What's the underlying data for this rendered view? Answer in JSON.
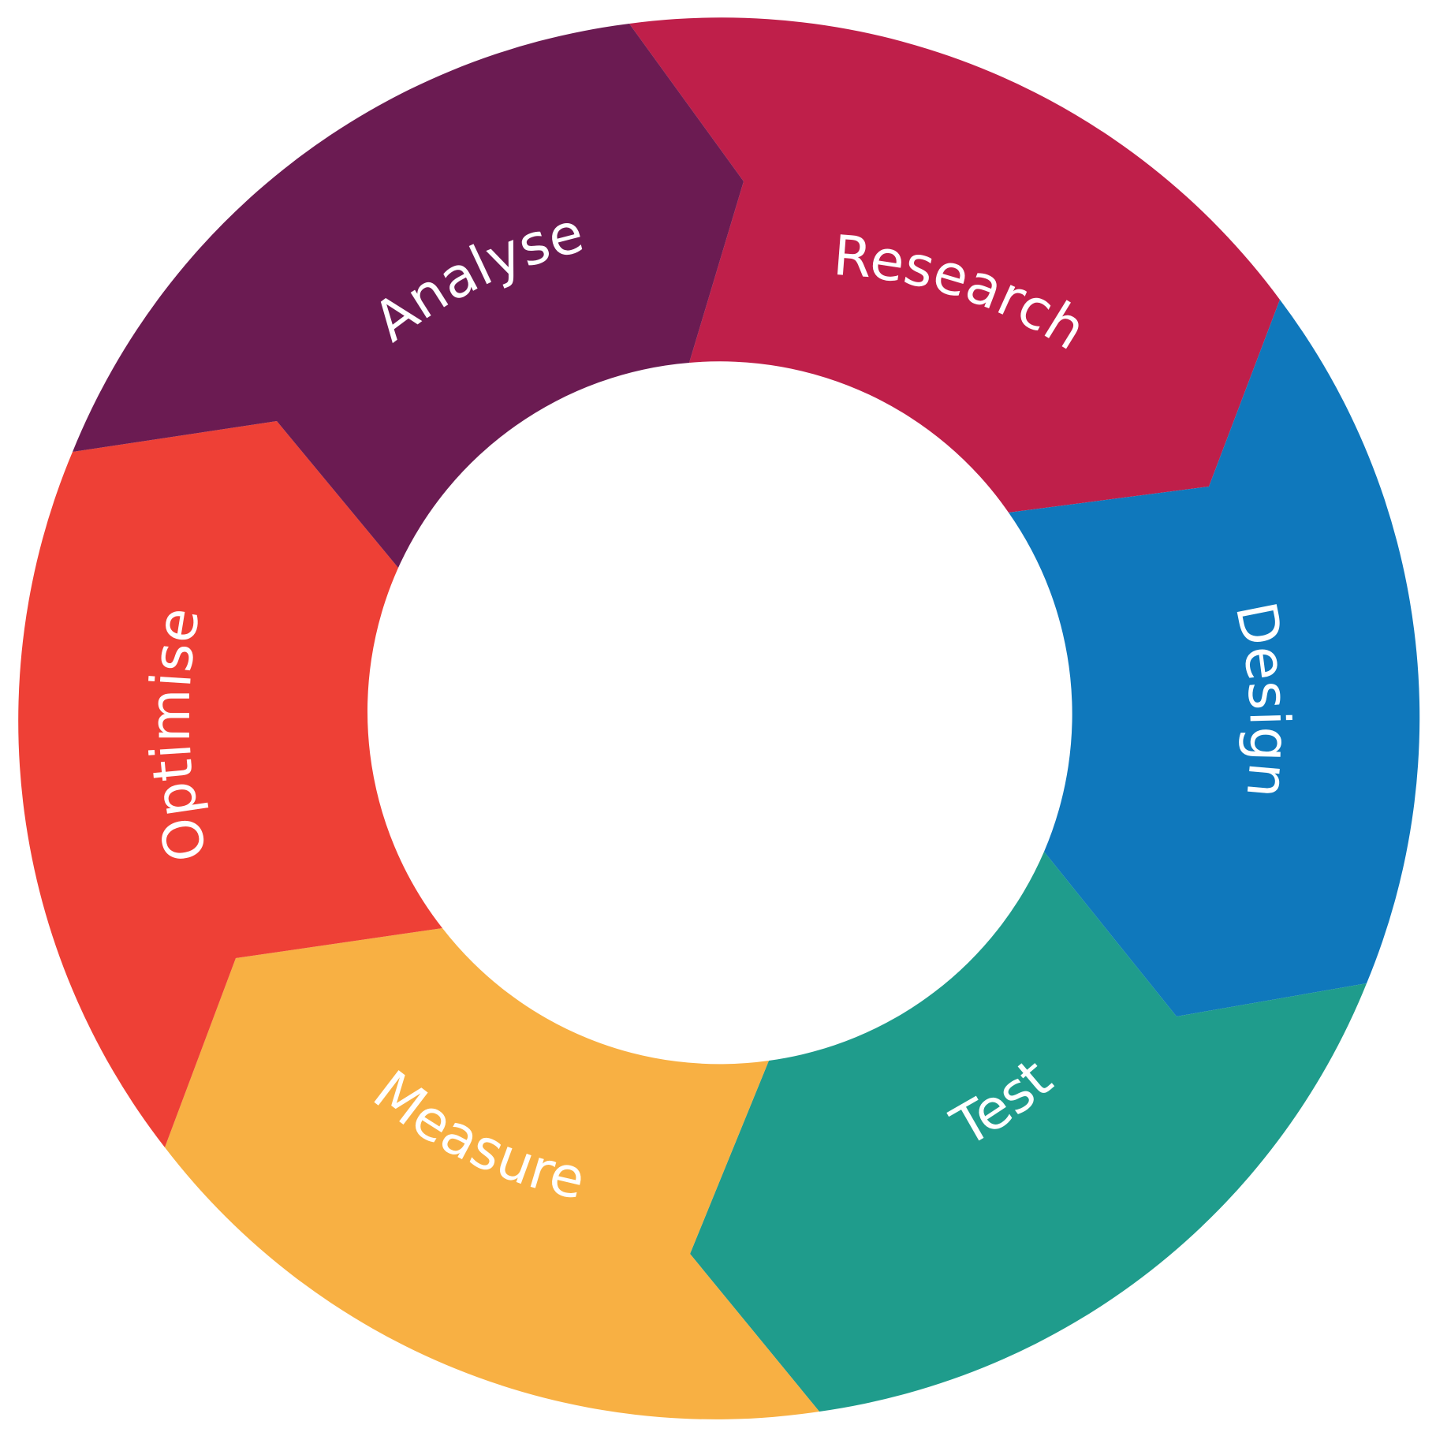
{
  "diagram": {
    "type": "cycle",
    "stages": [
      {
        "id": "research",
        "label": "Research",
        "color": "#bf1f4a"
      },
      {
        "id": "design",
        "label": "Design",
        "color": "#0f78bc"
      },
      {
        "id": "test",
        "label": "Test",
        "color": "#1f9c8c"
      },
      {
        "id": "measure",
        "label": "Measure",
        "color": "#f8b043"
      },
      {
        "id": "optimise",
        "label": "Optimise",
        "color": "#ee4036"
      },
      {
        "id": "analyse",
        "label": "Analyse",
        "color": "#6b1b52"
      }
    ]
  }
}
